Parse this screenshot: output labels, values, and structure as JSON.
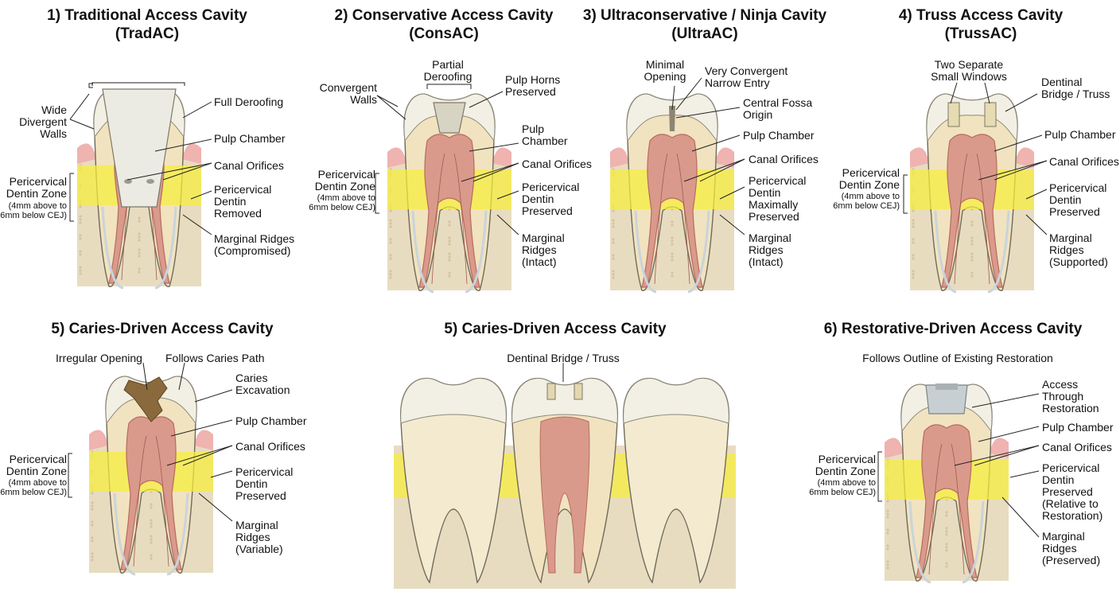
{
  "panels": [
    {
      "title": [
        "1) Traditional Access Cavity",
        "(TradAC)"
      ],
      "labels": {
        "walls": [
          "Wide",
          "Divergent",
          "Walls"
        ],
        "deroof": [
          "Full Deroofing"
        ],
        "pulp": [
          "Pulp Chamber"
        ],
        "orifices": [
          "Canal Orifices"
        ],
        "zone": [
          "Pericervical",
          "Dentin Zone"
        ],
        "zone_note": [
          "(4mm above to",
          "6mm below CEJ)"
        ],
        "dentin": [
          "Pericervical",
          "Dentin",
          "Removed"
        ],
        "ridges": [
          "Marginal Ridges",
          "(Compromised)"
        ]
      }
    },
    {
      "title": [
        "2) Conservative Access Cavity",
        "(ConsAC)"
      ],
      "labels": {
        "walls": [
          "Convergent",
          "Walls"
        ],
        "deroof": [
          "Partial",
          "Deroofing"
        ],
        "horns": [
          "Pulp Horns",
          "Preserved"
        ],
        "pulp": [
          "Pulp",
          "Chamber"
        ],
        "orifices": [
          "Canal Orifices"
        ],
        "zone": [
          "Pericervical",
          "Dentin Zone"
        ],
        "zone_note": [
          "(4mm above to",
          "6mm below CEJ)"
        ],
        "dentin": [
          "Pericervical",
          "Dentin",
          "Preserved"
        ],
        "ridges": [
          "Marginal",
          "Ridges",
          "(Intact)"
        ]
      }
    },
    {
      "title": [
        "3) Ultraconservative / Ninja Cavity",
        "(UltraAC)"
      ],
      "labels": {
        "opening": [
          "Minimal",
          "Opening"
        ],
        "entry": [
          "Very Convergent",
          "Narrow Entry"
        ],
        "fossa": [
          "Central Fossa",
          "Origin"
        ],
        "pulp": [
          "Pulp Chamber"
        ],
        "orifices": [
          "Canal Orifices"
        ],
        "dentin": [
          "Pericervical",
          "Dentin",
          "Maximally",
          "Preserved"
        ],
        "ridges": [
          "Marginal",
          "Ridges",
          "(Intact)"
        ]
      }
    },
    {
      "title": [
        "4) Truss Access Cavity",
        "(TrussAC)"
      ],
      "labels": {
        "windows": [
          "Two Separate",
          "Small Windows"
        ],
        "bridge": [
          "Dentinal",
          "Bridge / Truss"
        ],
        "pulp": [
          "Pulp Chamber"
        ],
        "orifices": [
          "Canal Orifices"
        ],
        "zone": [
          "Pericervical",
          "Dentin Zone"
        ],
        "zone_note": [
          "(4mm above to",
          "6mm below CEJ)"
        ],
        "dentin": [
          "Pericervical",
          "Dentin",
          "Preserved"
        ],
        "ridges": [
          "Marginal",
          "Ridges",
          "(Supported)"
        ]
      }
    },
    {
      "title": [
        "5) Caries-Driven Access Cavity"
      ],
      "labels": {
        "irregular": [
          "Irregular Opening"
        ],
        "path": [
          "Follows Caries Path"
        ],
        "excavation": [
          "Caries",
          "Excavation"
        ],
        "pulp": [
          "Pulp Chamber"
        ],
        "orifices": [
          "Canal Orifices"
        ],
        "zone": [
          "Pericervical",
          "Dentin Zone"
        ],
        "zone_note": [
          "(4mm above to",
          "6mm below CEJ)"
        ],
        "dentin": [
          "Pericervical",
          "Dentin",
          "Preserved"
        ],
        "ridges": [
          "Marginal",
          "Ridges",
          "(Variable)"
        ]
      }
    },
    {
      "title": [
        "5) Caries-Driven Access Cavity"
      ],
      "labels": {
        "bridge": [
          "Dentinal Bridge / Truss"
        ]
      }
    },
    {
      "title": [
        "6) Restorative-Driven Access Cavity"
      ],
      "labels": {
        "outline": [
          "Follows Outline of Existing Restoration"
        ],
        "access": [
          "Access",
          "Through",
          "Restoration"
        ],
        "pulp": [
          "Pulp Chamber"
        ],
        "orifices": [
          "Canal Orifices"
        ],
        "zone": [
          "Pericervical",
          "Dentin Zone"
        ],
        "zone_note": [
          "(4mm above to",
          "6mm below CEJ)"
        ],
        "dentin": [
          "Pericervical",
          "Dentin",
          "Preserved",
          "(Relative to",
          "Restoration)"
        ],
        "ridges": [
          "Marginal",
          "Ridges",
          "(Preserved)"
        ]
      }
    }
  ],
  "colors": {
    "enamel": "#f2efe4",
    "dentin": "#f1e3bf",
    "pulp": "#d99a8c",
    "pulp_edge": "#b86b5e",
    "zone": "#f7ee3a",
    "gum": "#efb3b0",
    "bone": "#e8dcc0",
    "canal": "#c9d4dc",
    "caries": "#8a6a3c",
    "restoration": "#c8cfd2"
  }
}
